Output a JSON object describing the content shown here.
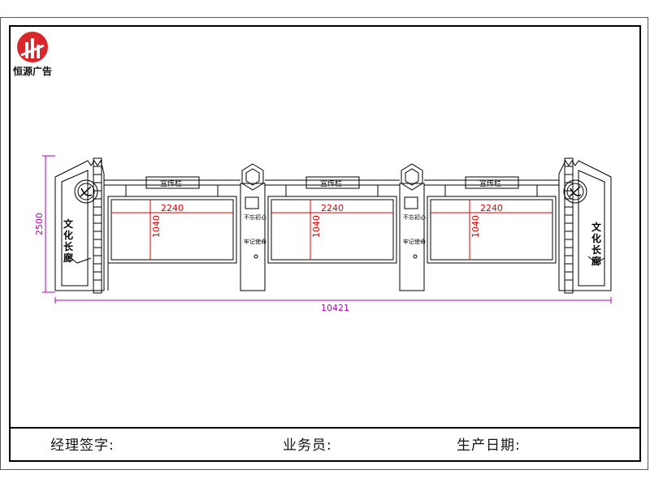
{
  "brand": {
    "name": "恒源广告",
    "logo_color": "#d9262b"
  },
  "drawing": {
    "overall_width_label": "10421",
    "overall_height_label": "2500",
    "panels": [
      {
        "sign": "宣传栏",
        "width_label": "2240",
        "height_label": "1040"
      },
      {
        "sign": "宣传栏",
        "width_label": "2240",
        "height_label": "1040"
      },
      {
        "sign": "宣传栏",
        "width_label": "2240",
        "height_label": "1040"
      }
    ],
    "end_column_text": "文化长廊",
    "pillar_text": [
      "不忘初心",
      "牢记使命"
    ],
    "dimension_color": "#b000b0",
    "panel_dimension_color": "#e00000"
  },
  "footer": {
    "manager_signature": "经理签字:",
    "salesperson": "业务员:",
    "production_date": "生产日期:"
  }
}
